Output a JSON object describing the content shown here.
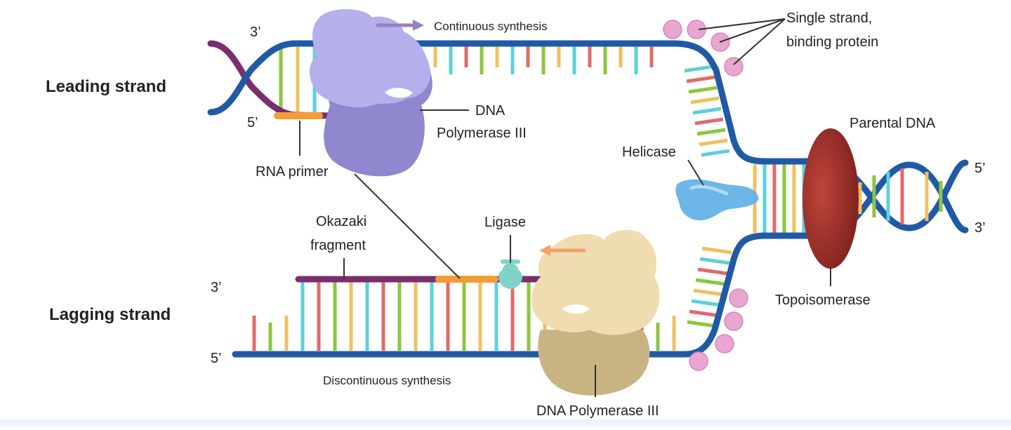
{
  "headings": {
    "leading": "Leading strand",
    "lagging": "Lagging strand"
  },
  "ends": {
    "leading_top_3": "3’",
    "leading_bottom_5": "5’",
    "lagging_top_3": "3’",
    "lagging_bottom_5": "5’",
    "parental_top_5": "5’",
    "parental_bottom_3": "3’"
  },
  "labels": {
    "continuous_synthesis": "Continuous synthesis",
    "discontinuous_synthesis": "Discontinuous synthesis",
    "ssb_line1": "Single strand,",
    "ssb_line2": "binding protein",
    "dna_pol_top_line1": "DNA",
    "dna_pol_top_line2": "Polymerase III",
    "rna_primer": "RNA primer",
    "parental_dna": "Parental DNA",
    "helicase": "Helicase",
    "okazaki_line1": "Okazaki",
    "okazaki_line2": "fragment",
    "ligase": "Ligase",
    "topoisomerase": "Topoisomerase",
    "dna_pol_bottom": "DNA Polymerase III"
  },
  "colors": {
    "backbone_blue": "#1f5aa6",
    "new_strand_purple": "#7a2e6e",
    "rna_primer_orange": "#f39c35",
    "polymerase_top": "#a9a6e6",
    "polymerase_bottom": "#efdcb0",
    "helicase": "#5fb0e6",
    "topoisomerase": "#a2332c",
    "ssb": "#e8a6d0",
    "ligase": "#7fd3c8",
    "base_yellow": "#f0c060",
    "base_cyan": "#5fd0d8",
    "base_red": "#e26a6a",
    "base_green": "#8cc63e"
  }
}
